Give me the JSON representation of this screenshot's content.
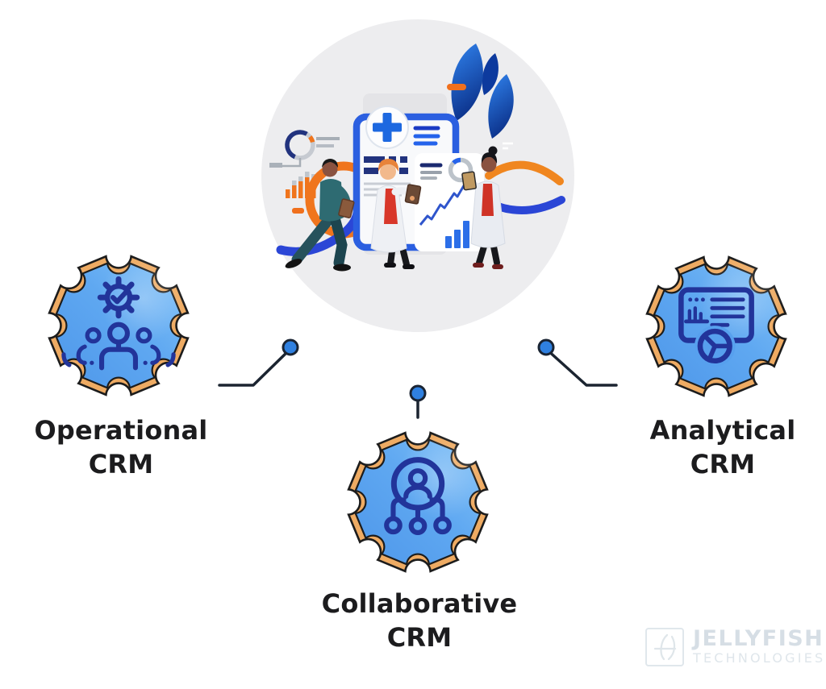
{
  "diagram": {
    "center_illustration": "healthcare-team-analytics",
    "nodes": [
      {
        "id": "operational",
        "line1": "Operational",
        "line2": "CRM",
        "icon": "gear-team-icon"
      },
      {
        "id": "collaborative",
        "line1": "Collaborative",
        "line2": "CRM",
        "icon": "user-network-icon"
      },
      {
        "id": "analytical",
        "line1": "Analytical",
        "line2": "CRM",
        "icon": "dashboard-pie-chart-icon"
      }
    ],
    "colors": {
      "badge_blue_light": "#82c2f8",
      "badge_blue_dark": "#4e97ea",
      "badge_band_orange": "#eeab63",
      "badge_outline": "#1c1c1c",
      "icon_stroke_navy": "#22349a",
      "connector_line": "#1b2430",
      "connector_dot_blue": "#2f80e0",
      "circle_background": "#ededef",
      "accent_orange": "#f0751d",
      "accent_blue": "#2b5fe0",
      "label_text": "#1c1c1e"
    },
    "watermark": {
      "brand": "JELLYFISH",
      "subtitle": "TECHNOLOGIES"
    }
  }
}
